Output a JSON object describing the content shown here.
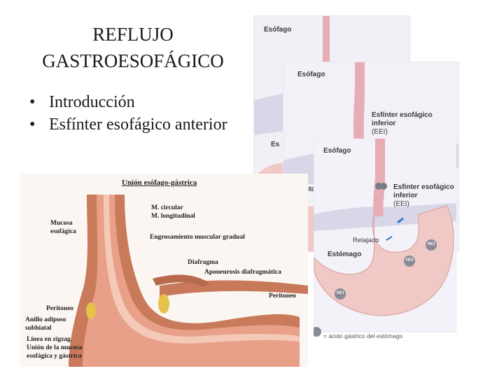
{
  "slide": {
    "title_line1": "REFLUJO",
    "title_line2": "GASTROESOFÁGICO",
    "bullets": [
      "Introducción",
      "Esfínter esofágico anterior"
    ]
  },
  "diagram_back": {
    "esophagus": "Esófago",
    "stomach_partial": "Es"
  },
  "diagram_mid": {
    "esophagus": "Esófago",
    "sphincter": "Esfínter esofágico",
    "sphincter_line2": "inferior",
    "sphincter_abbr": "(EEI)",
    "stomach_partial": "Esto"
  },
  "diagram_front": {
    "esophagus": "Esófago",
    "sphincter": "Esfínter esofágico",
    "sphincter_line2": "inferior",
    "sphincter_abbr": "(EEI)",
    "relaxed": "Relajado",
    "stomach": "Estómago",
    "hcl": "HCl",
    "caption": "= ácido gástrico del estómago"
  },
  "anatomy": {
    "title": "Unión esófago-gástrica",
    "labels": {
      "circular": "M. circular",
      "longitudinal": "M. longitudinal",
      "mucosa_1": "Mucosa",
      "mucosa_2": "esofágica",
      "thickening": "Engrosamiento muscular gradual",
      "diaphragm": "Diafragma",
      "aponeurosis": "Aponeurosis diafragmática",
      "peritoneum_right": "Peritoneo",
      "peritoneum_left": "Peritoneo",
      "fat_ring_1": "Anillo adiposo",
      "fat_ring_2": "subhiatal",
      "zigzag_1": "Línea en zigzag.",
      "zigzag_2": "Unión de la mucosa",
      "zigzag_3": "esofágica y gástrica"
    }
  },
  "colors": {
    "esophagus_pink": "#e6aeb4",
    "stomach_pink": "#f0c8c6",
    "diaphragm_lavender": "#d9d6e8",
    "panel_bg": "#f4f3f8",
    "anatomy_muscle": "#c97a5a",
    "anatomy_mucosa": "#e8a088"
  }
}
